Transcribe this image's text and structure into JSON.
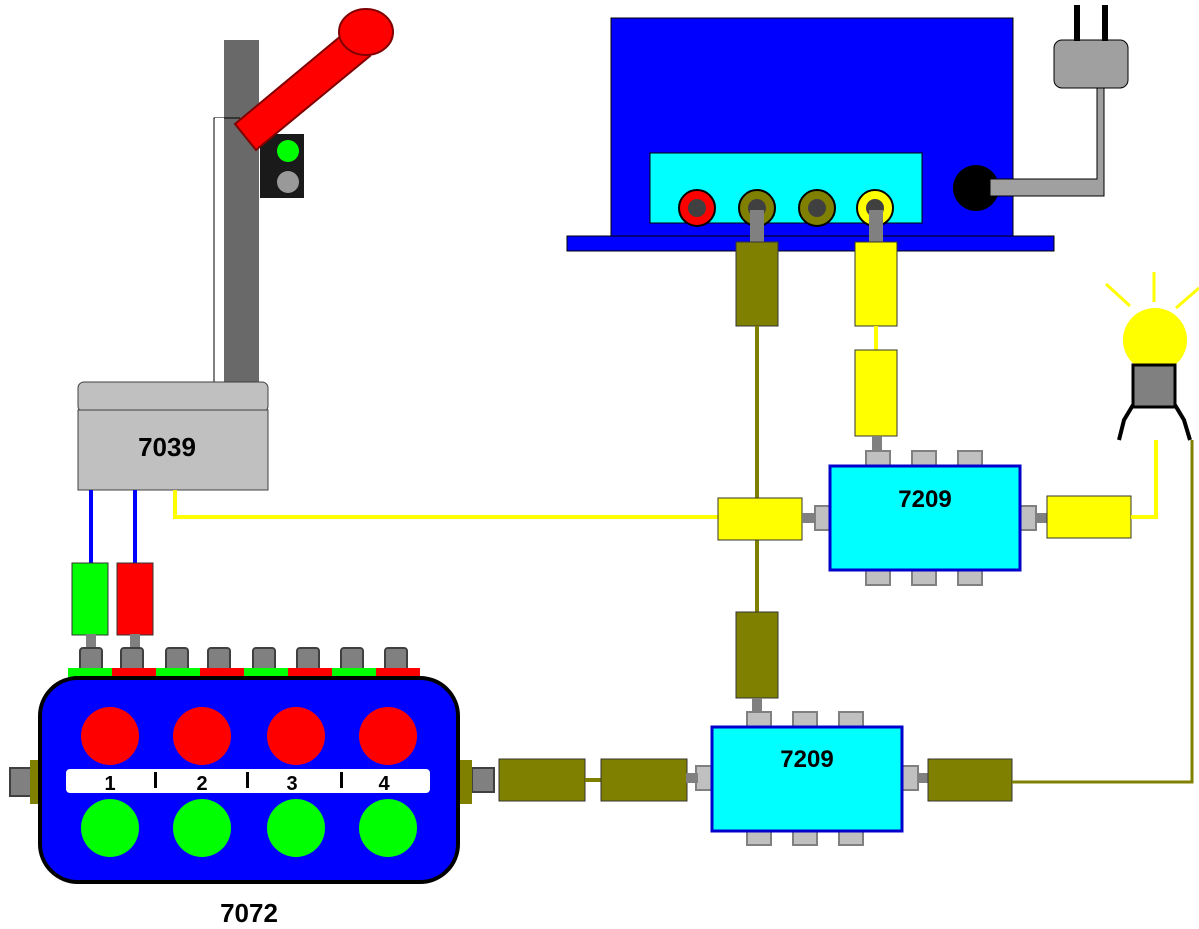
{
  "components": {
    "switch_module": {
      "label": "7039"
    },
    "panel": {
      "label": "7072",
      "buttons": [
        "1",
        "2",
        "3",
        "4"
      ]
    },
    "distributor_top": {
      "label": "7209"
    },
    "distributor_bottom": {
      "label": "7209"
    }
  },
  "colors": {
    "blue": "#0000ff",
    "cyan": "#00ffff",
    "olive": "#808000",
    "yellow": "#ffff00",
    "red": "#ff0000",
    "green": "#00ff00",
    "gray": "#808080",
    "light_gray": "#c0c0c0"
  }
}
